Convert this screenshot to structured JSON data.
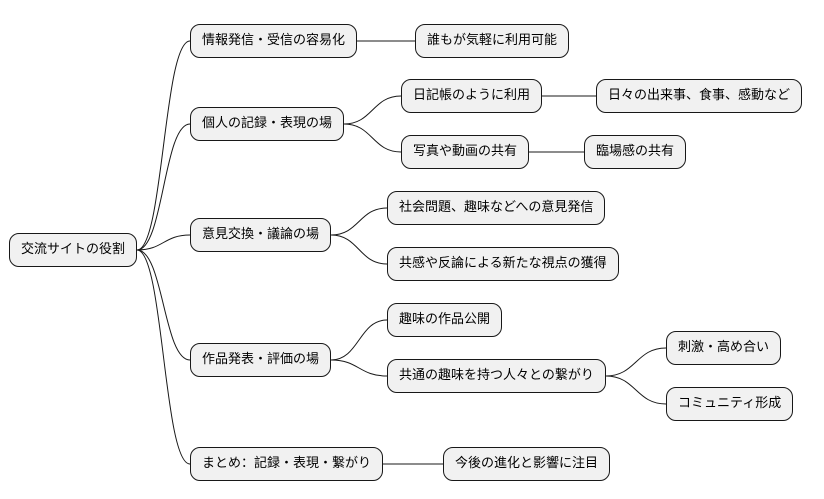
{
  "mindmap": {
    "root": "交流サイトの役割",
    "branches": [
      {
        "label": "情報発信・受信の容易化",
        "children": [
          {
            "label": "誰もが気軽に利用可能"
          }
        ]
      },
      {
        "label": "個人の記録・表現の場",
        "children": [
          {
            "label": "日記帳のように利用",
            "children": [
              {
                "label": "日々の出来事、食事、感動など"
              }
            ]
          },
          {
            "label": "写真や動画の共有",
            "children": [
              {
                "label": "臨場感の共有"
              }
            ]
          }
        ]
      },
      {
        "label": "意見交換・議論の場",
        "children": [
          {
            "label": "社会問題、趣味などへの意見発信"
          },
          {
            "label": "共感や反論による新たな視点の獲得"
          }
        ]
      },
      {
        "label": "作品発表・評価の場",
        "children": [
          {
            "label": "趣味の作品公開"
          },
          {
            "label": "共通の趣味を持つ人々との繋がり",
            "children": [
              {
                "label": "刺激・高め合い"
              },
              {
                "label": "コミュニティ形成"
              }
            ]
          }
        ]
      },
      {
        "label": "まとめ：記録・表現・繋がり",
        "children": [
          {
            "label": "今後の進化と影響に注目"
          }
        ]
      }
    ]
  },
  "colors": {
    "node_fill": "#f1f1f1",
    "node_border": "#181818",
    "edge": "#181818",
    "text": "#000000"
  }
}
